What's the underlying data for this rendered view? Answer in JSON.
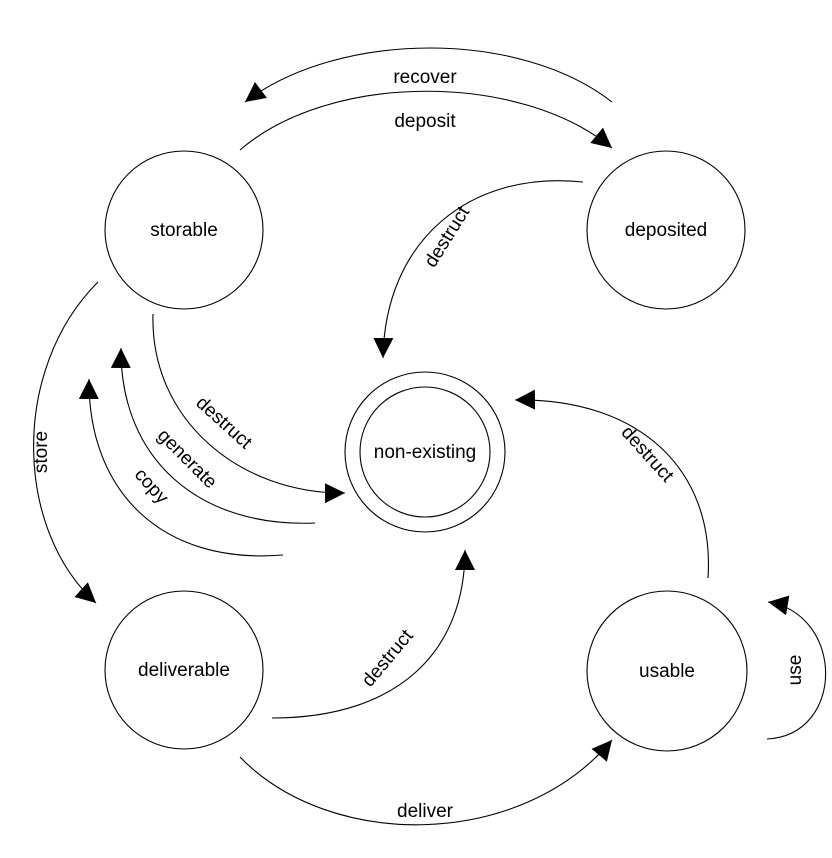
{
  "diagram": {
    "title": "State diagram",
    "states": {
      "storable": "storable",
      "deposited": "deposited",
      "non_existing": "non-existing",
      "deliverable": "deliverable",
      "usable": "usable"
    },
    "transitions": {
      "recover": "recover",
      "deposit": "deposit",
      "deposited_destruct": "destruct",
      "storable_destruct": "destruct",
      "generate": "generate",
      "copy": "copy",
      "store": "store",
      "deliverable_destruct": "destruct",
      "deliver": "deliver",
      "usable_destruct": "destruct",
      "use": "use"
    },
    "colors": {
      "stroke": "#000000",
      "background": "#ffffff"
    }
  }
}
